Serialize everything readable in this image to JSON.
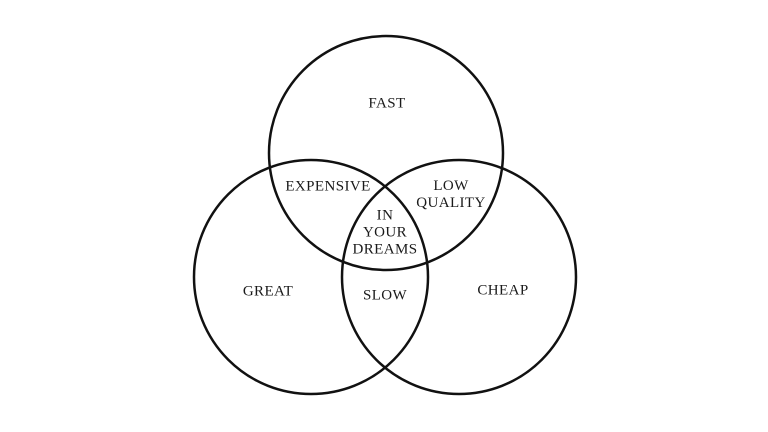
{
  "diagram": {
    "type": "venn",
    "background_color": "#ffffff",
    "stroke_color": "#111111",
    "circles": [
      {
        "position": "top",
        "label": "FAST"
      },
      {
        "position": "bottom-left",
        "label": "GREAT"
      },
      {
        "position": "bottom-right",
        "label": "CHEAP"
      }
    ],
    "intersections": [
      {
        "between": [
          "top",
          "bottom-left"
        ],
        "label": "EXPENSIVE",
        "lines": [
          "EXPENSIVE"
        ]
      },
      {
        "between": [
          "top",
          "bottom-right"
        ],
        "label": "LOW QUALITY",
        "lines": [
          "LOW",
          "QUALITY"
        ]
      },
      {
        "between": [
          "bottom-left",
          "bottom-right"
        ],
        "label": "SLOW",
        "lines": [
          "SLOW"
        ]
      },
      {
        "between": [
          "top",
          "bottom-left",
          "bottom-right"
        ],
        "label": "IN YOUR DREAMS",
        "lines": [
          "IN",
          "YOUR",
          "DREAMS"
        ]
      }
    ]
  }
}
